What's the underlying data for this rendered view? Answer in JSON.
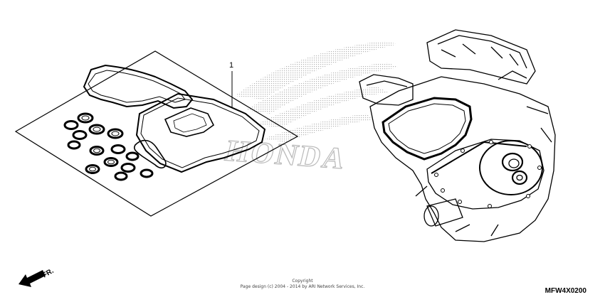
{
  "callouts": [
    {
      "label": "1"
    }
  ],
  "orientation": {
    "label": "FR."
  },
  "copyright": {
    "line1": "Copyright",
    "line2": "Page design (c) 2004 - 2014 by ARI Network Services, Inc."
  },
  "diagram_code": "MFW4X0200",
  "watermark": {
    "text": "HONDA"
  }
}
